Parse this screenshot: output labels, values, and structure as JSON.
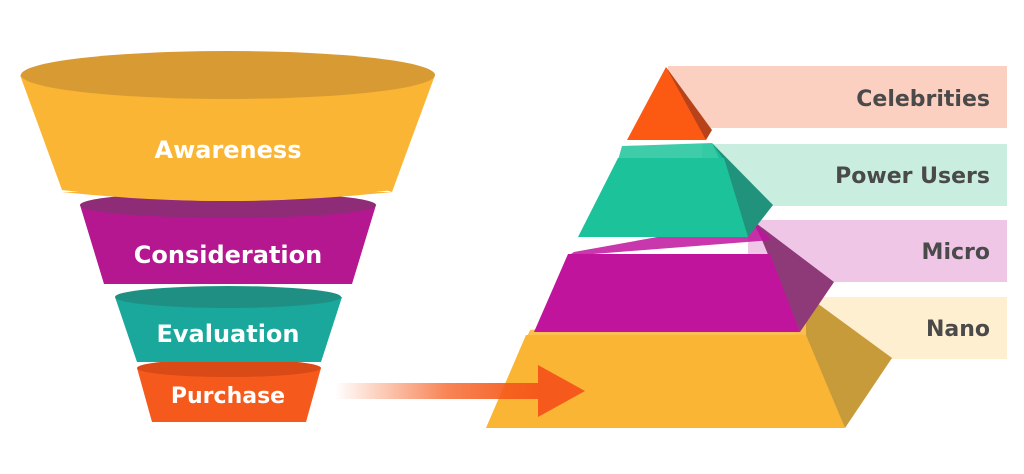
{
  "funnel": {
    "stages": [
      {
        "label": "Awareness",
        "color": "#fbb534",
        "shade": "#d89a33"
      },
      {
        "label": "Consideration",
        "color": "#b4178f",
        "shade": "#8f2c78"
      },
      {
        "label": "Evaluation",
        "color": "#1aa79c",
        "shade": "#1f8f84"
      },
      {
        "label": "Purchase",
        "color": "#f55a1c",
        "shade": "#d94a16"
      }
    ]
  },
  "pyramid": {
    "tiers": [
      {
        "label": "Celebrities",
        "color": "#fc5a12",
        "side": "#b84219",
        "band": "#fcd0c0"
      },
      {
        "label": "Power Users",
        "color": "#1cc39a",
        "side": "#21937d",
        "band": "#c9eddf"
      },
      {
        "label": "Micro",
        "color": "#c0149d",
        "side": "#8f3a78",
        "band": "#f0c6e7"
      },
      {
        "label": "Nano",
        "color": "#fbb534",
        "side": "#c79a3a",
        "band": "#fdefcf"
      }
    ]
  },
  "arrow": {
    "color": "#f55a1c"
  },
  "label_color": "#4a4a4a",
  "funnel_label_color": "#ffffff"
}
